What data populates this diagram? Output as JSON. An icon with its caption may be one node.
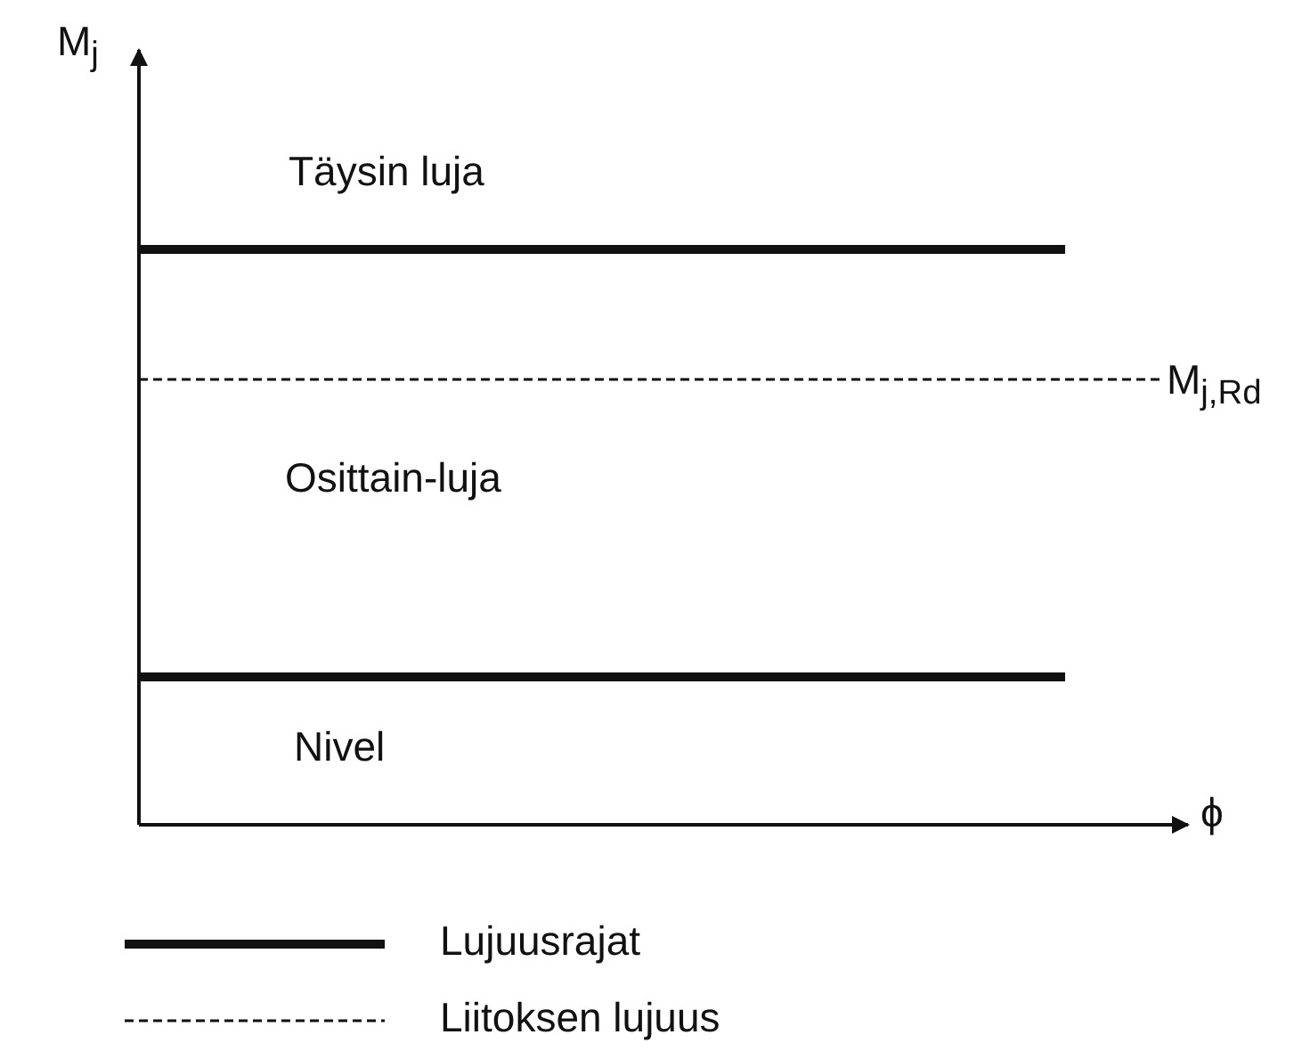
{
  "diagram": {
    "labels": [
      "M$_{j}$",
      "Täysin luja",
      "M$_{j,Rd}$",
      "Osittain-luja",
      "Nivel",
      "ϕ"
    ],
    "legend": [
      {
        "text": "Lujuusrajat"
      },
      {
        "text": "Liitoksen lujuus"
      }
    ]
  }
}
